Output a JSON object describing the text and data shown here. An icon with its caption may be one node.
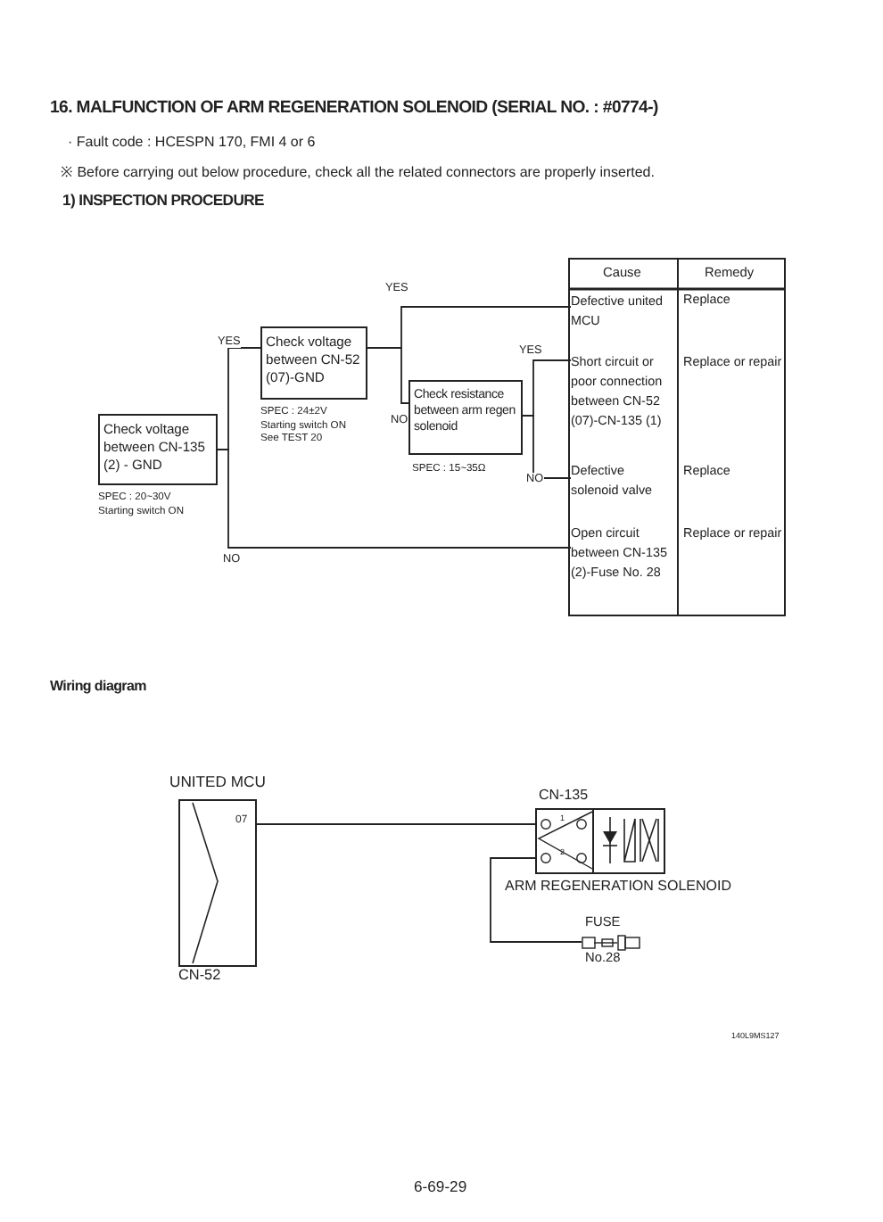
{
  "diagram": {
    "title": "16. MALFUNCTION OF ARM REGENERATION SOLENOID (SERIAL NO. : #0774-)",
    "nodes": [
      {
        "text": [
          "Check voltage between CN-135 (2) - GND"
        ],
        "beside": [
          "SPEC : 20~30V",
          "Starting switch ON"
        ]
      },
      {
        "text": [
          "Check voltage between CN-52 (07)-GND"
        ],
        "beside": [
          "SPEC : 24±2V",
          "Starting switch ON",
          "See TEST 20"
        ]
      },
      {
        "text": [
          "Check resistance between arm regen solenoid"
        ],
        "beside": [
          "SPEC : 15~35Ω"
        ]
      },
      {
        "text": [
          "Defective united MCU"
        ]
      },
      {
        "text": [
          "Short circuit or poor connection between CN-52 (07)-CN-135 (1)"
        ]
      },
      {
        "text": [
          "Defective solenoid valve"
        ]
      },
      {
        "text": [
          "Open circuit between CN-135 (2)-Fuse No. 28"
        ]
      },
      {
        "text": [
          "UNITED MCU"
        ],
        "beside": [
          "CN-52"
        ]
      },
      {
        "text": [
          "CN-135"
        ],
        "beside": [
          "ARM REGENERATION SOLENOID"
        ]
      },
      {
        "text": [
          "FUSE"
        ],
        "beside": [
          "No.28"
        ]
      }
    ],
    "edges": [
      {
        "from": 0,
        "to": 1,
        "arrow": "none",
        "label": "YES"
      },
      {
        "from": 0,
        "to": 6,
        "arrow": "none",
        "label": "NO"
      },
      {
        "from": 1,
        "to": 3,
        "arrow": "none",
        "label": "YES"
      },
      {
        "from": 1,
        "to": 2,
        "arrow": "none",
        "label": "NO"
      },
      {
        "from": 2,
        "to": 4,
        "arrow": "none",
        "label": "YES"
      },
      {
        "from": 2,
        "to": 5,
        "arrow": "none",
        "label": "NO"
      },
      {
        "from": 7,
        "to": 8,
        "arrow": "none"
      },
      {
        "from": 8,
        "to": 9,
        "arrow": "none"
      }
    ],
    "labels": [
      "· Fault code : HCESPN 170, FMI 4 or 6",
      "※ Before carrying out below procedure, check all the related connectors are properly inserted.",
      "1) INSPECTION PROCEDURE",
      "Cause",
      "Remedy",
      "Replace",
      "Replace or repair",
      "Replace",
      "Replace or repair",
      "Wiring diagram",
      "07",
      "1",
      "2",
      "140L9MS127",
      "6-69-29"
    ]
  }
}
